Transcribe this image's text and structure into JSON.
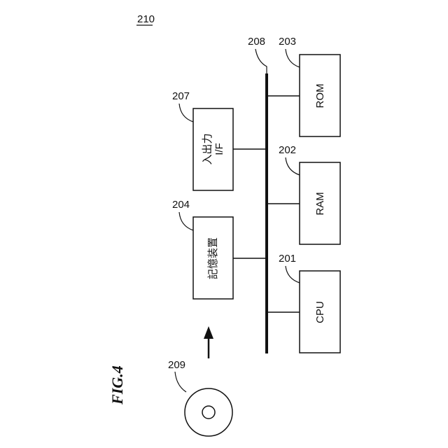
{
  "figure": {
    "title": "FIG.4",
    "system_ref": "210",
    "bus_ref": "208",
    "medium_ref": "209",
    "colors": {
      "stroke": "#111111",
      "background": "#ffffff"
    }
  },
  "blocks": [
    {
      "key": "cpu",
      "label": "CPU",
      "ref": "201"
    },
    {
      "key": "ram",
      "label": "RAM",
      "ref": "202"
    },
    {
      "key": "rom",
      "label": "ROM",
      "ref": "203"
    },
    {
      "key": "storage",
      "label": "記憶装置",
      "ref": "204"
    },
    {
      "key": "io",
      "label_line1": "入出力",
      "label_line2": "I/F",
      "ref": "207"
    }
  ]
}
